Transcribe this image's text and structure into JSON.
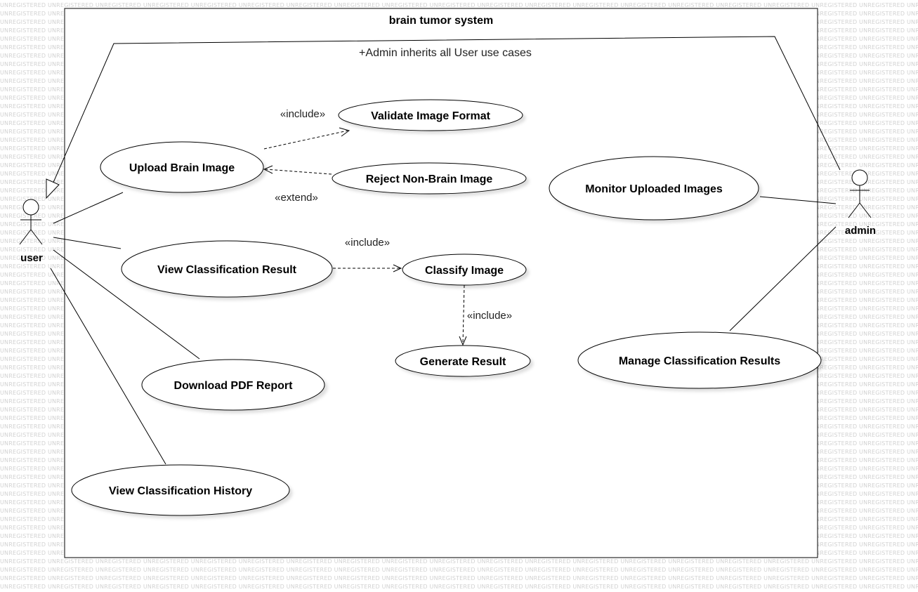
{
  "system": {
    "title": "brain tumor system",
    "note": "+Admin inherits all User use cases"
  },
  "watermark": {
    "text": "UNREGISTERED"
  },
  "actors": {
    "user": "user",
    "admin": "admin"
  },
  "use_cases": {
    "upload_brain_image": "Upload Brain Image",
    "validate_image_format": "Validate Image Format",
    "reject_non_brain_image": "Reject Non-Brain Image",
    "view_classification_result": "View Classification Result",
    "classify_image": "Classify Image",
    "generate_result": "Generate Result",
    "download_pdf_report": "Download PDF Report",
    "view_classification_history": "View Classification History",
    "monitor_uploaded_images": "Monitor Uploaded Images",
    "manage_classification_results": "Manage Classification Results"
  },
  "relationships": {
    "include_validate": "«include»",
    "extend_reject": "«extend»",
    "include_classify": "«include»",
    "include_generate": "«include»"
  }
}
